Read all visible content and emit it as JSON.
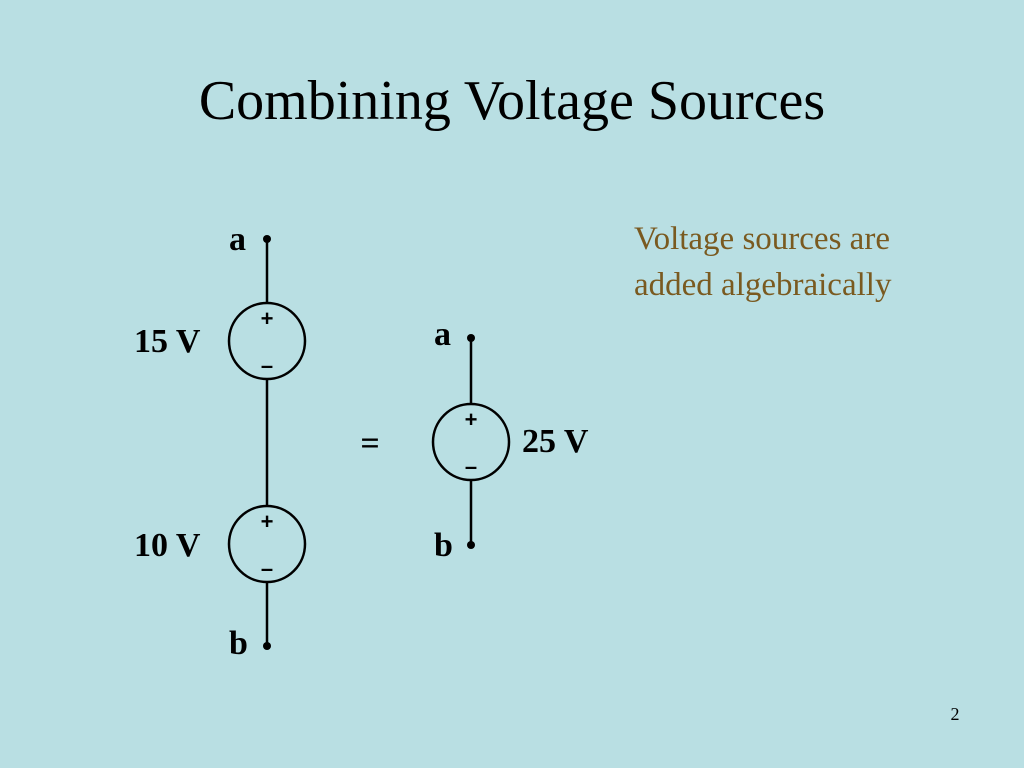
{
  "slide": {
    "title": "Combining Voltage Sources",
    "note_line1": "Voltage sources are",
    "note_line2": "added algebraically",
    "page_number": "2"
  },
  "circuit_left": {
    "top_terminal": "a",
    "bottom_terminal": "b",
    "source_top_label": "15 V",
    "source_bottom_label": "10 V",
    "plus": "+",
    "minus": "–"
  },
  "equals_sign": "=",
  "circuit_right": {
    "top_terminal": "a",
    "bottom_terminal": "b",
    "source_label": "25 V",
    "plus": "+",
    "minus": "–"
  },
  "colors": {
    "background": "#b9dfe3",
    "note_text": "#7a5a20",
    "ink": "#000000"
  }
}
